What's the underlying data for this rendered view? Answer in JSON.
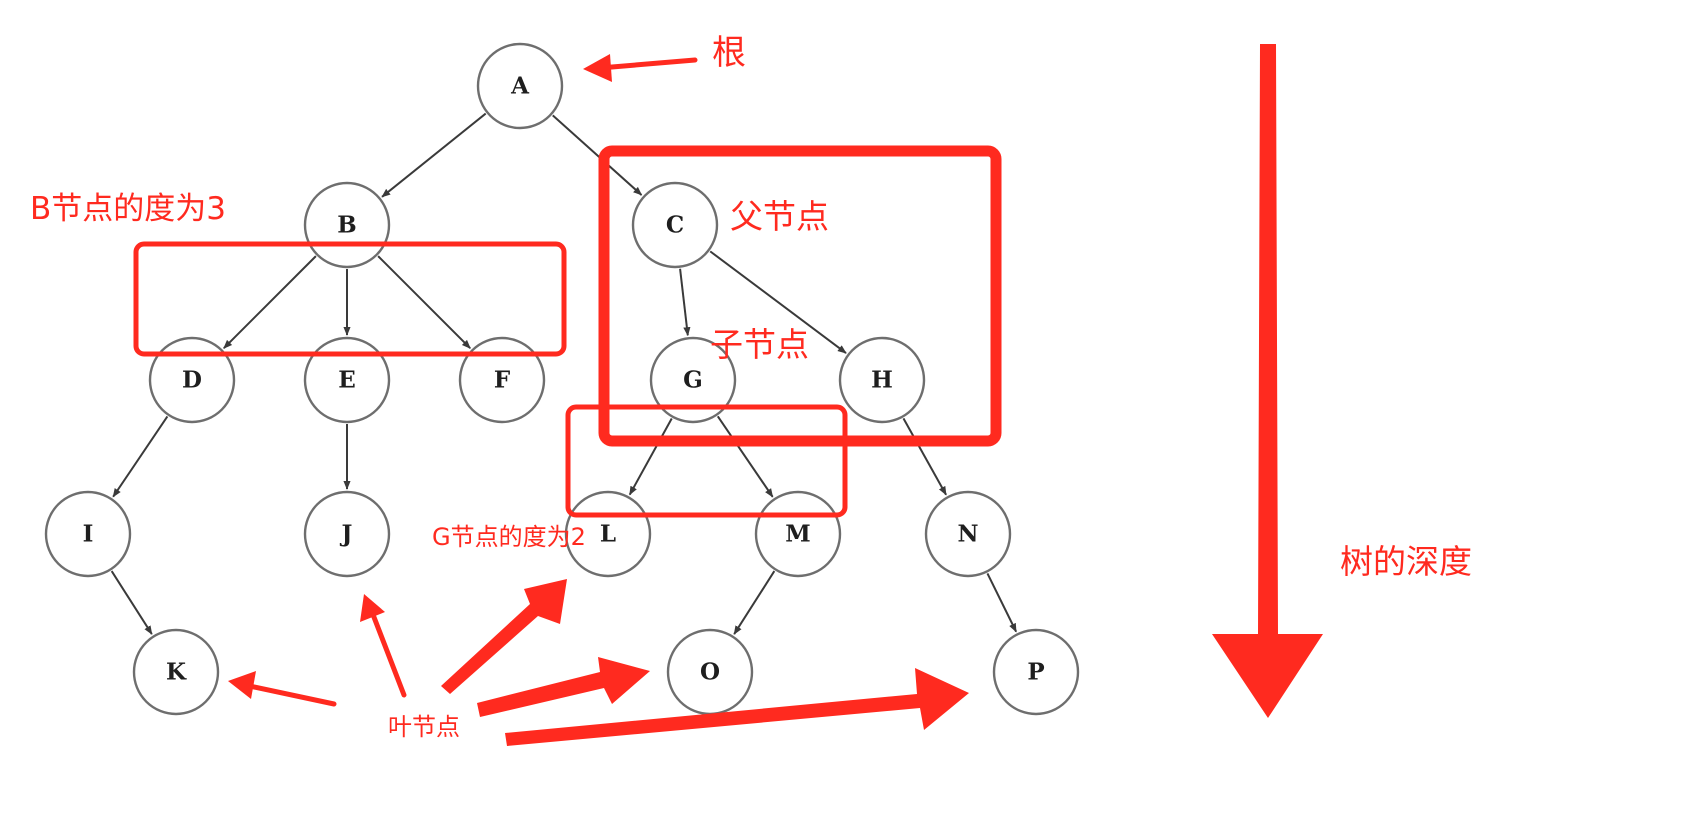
{
  "colors": {
    "annotation": "#ff2a1f",
    "node_stroke": "#6e6e6e",
    "edge": "#3a3a3a",
    "node_text": "#1e1e1e"
  },
  "nodes": [
    {
      "id": "A",
      "label": "A"
    },
    {
      "id": "B",
      "label": "B"
    },
    {
      "id": "C",
      "label": "C"
    },
    {
      "id": "D",
      "label": "D"
    },
    {
      "id": "E",
      "label": "E"
    },
    {
      "id": "F",
      "label": "F"
    },
    {
      "id": "G",
      "label": "G"
    },
    {
      "id": "H",
      "label": "H"
    },
    {
      "id": "I",
      "label": "I"
    },
    {
      "id": "J",
      "label": "J"
    },
    {
      "id": "L",
      "label": "L"
    },
    {
      "id": "M",
      "label": "M"
    },
    {
      "id": "N",
      "label": "N"
    },
    {
      "id": "K",
      "label": "K"
    },
    {
      "id": "O",
      "label": "O"
    },
    {
      "id": "P",
      "label": "P"
    }
  ],
  "edges": [
    [
      "A",
      "B"
    ],
    [
      "A",
      "C"
    ],
    [
      "B",
      "D"
    ],
    [
      "B",
      "E"
    ],
    [
      "B",
      "F"
    ],
    [
      "C",
      "G"
    ],
    [
      "C",
      "H"
    ],
    [
      "D",
      "I"
    ],
    [
      "E",
      "J"
    ],
    [
      "G",
      "L"
    ],
    [
      "G",
      "M"
    ],
    [
      "H",
      "N"
    ],
    [
      "I",
      "K"
    ],
    [
      "M",
      "O"
    ],
    [
      "N",
      "P"
    ]
  ],
  "annotations": {
    "root": "根",
    "b_degree": "B节点的度为3",
    "parent": "父节点",
    "child": "子节点",
    "g_degree": "G节点的度为2",
    "leaf": "叶节点",
    "depth": "树的深度"
  }
}
